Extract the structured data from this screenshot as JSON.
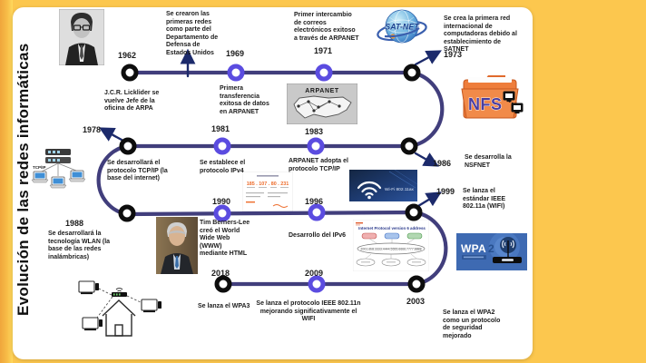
{
  "page": {
    "title": "Evolución de las redes informáticas"
  },
  "palette": {
    "background": "#fcc74e",
    "card": "#ffffff",
    "timeline_line": "#413e7c",
    "node_purple": "#5b4ce0",
    "node_black": "#0d0d0d",
    "arrow": "#1c2a6b",
    "folder_orange": "#ee7d3b",
    "wifi_blue": "#1b3a6b",
    "wpa_blue": "#3e6ab2"
  },
  "timeline": {
    "note_1962": "Se crearon las primeras redes como parte del Departamento de Defensa de Estados Unidos",
    "events": [
      {
        "year": "1962",
        "text": "J.C.R. Licklider se vuelve Jefe de la oficina de ARPA"
      },
      {
        "year": "1969",
        "text": "Primera transferencia exitosa de datos en ARPANET"
      },
      {
        "year": "1971",
        "text": "Primer intercambio de correos electrónicos exitoso a través de ARPANET"
      },
      {
        "year": "1973",
        "text": "Se crea la primera red internacional de computadoras debido al establecimiento de SATNET"
      },
      {
        "year": "1978",
        "text": "Se desarrollará el protocolo TCP/IP (la base del internet)"
      },
      {
        "year": "1981",
        "text": "Se establece el protocolo IPv4"
      },
      {
        "year": "1983",
        "text": "ARPANET adopta el protocolo TCP/IP"
      },
      {
        "year": "1986",
        "text": "Se desarrolla la NSFNET"
      },
      {
        "year": "1988",
        "text": "Se desarrollará la tecnología WLAN (la base de las redes inalámbricas)"
      },
      {
        "year": "1990",
        "text": "Tim Berners-Lee creó el World Wide Web (WWW) mediante HTML"
      },
      {
        "year": "1996",
        "text": "Desarrollo del IPv6"
      },
      {
        "year": "1999",
        "text": "Se lanza el estándar IEEE 802.11a (WIFI)"
      },
      {
        "year": "2003",
        "text": "Se lanza el WPA2 como un protocolo de seguridad mejorado"
      },
      {
        "year": "2009",
        "text": "Se lanza el protocolo IEEE 802.11n mejorando significativamente el WIFI"
      },
      {
        "year": "2018",
        "text": "Se lanza el WPA3"
      }
    ]
  },
  "graphics": {
    "satnet_label": "SAT-NET",
    "nfs_label": "NFS",
    "arpanet_label": "ARPANET",
    "tcpip_label": "TCP/IP",
    "wifi_label": "Wi-Fi 802.11ax",
    "ipv4_address": "185 . 107 . 80 . 231",
    "ipv6_title": "Internet Protocol version 6 address",
    "ipv6_address": "2001:db8:3333:4444:5555:6666:7777:8888",
    "wpa2_label_main": "WPA",
    "wpa2_label_num": "2"
  }
}
